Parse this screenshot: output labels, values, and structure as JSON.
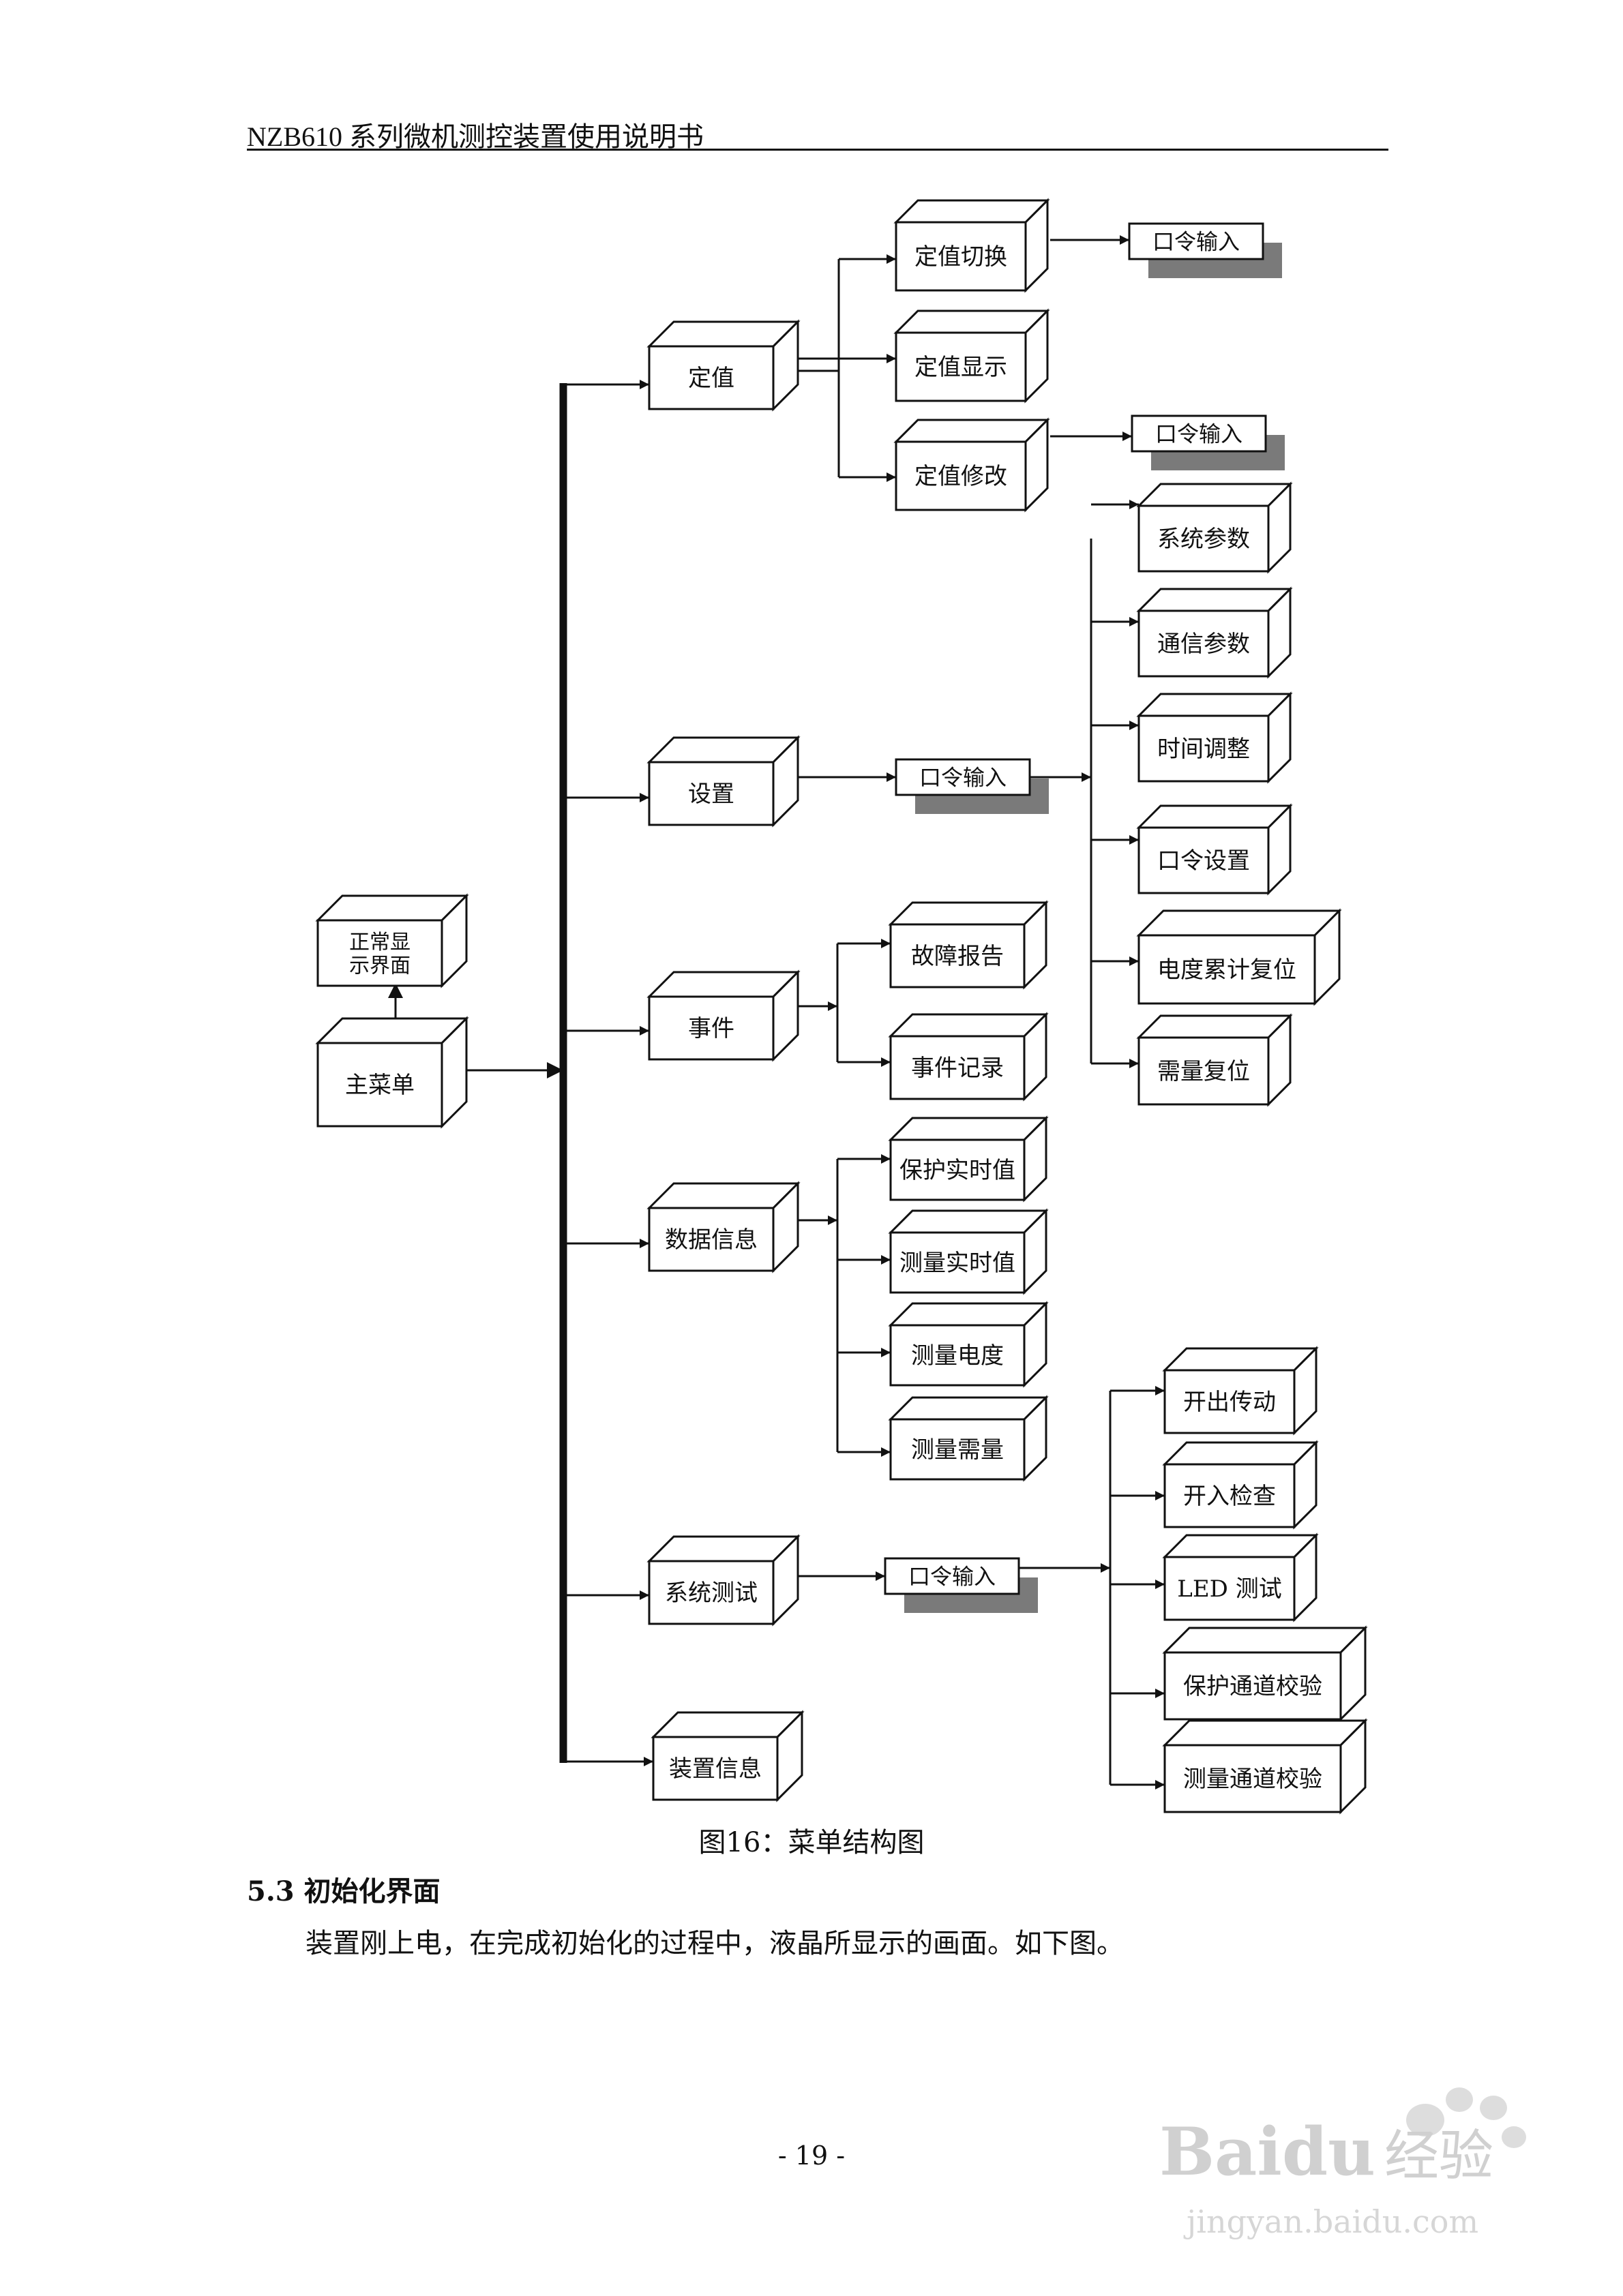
{
  "header": {
    "title": "NZB610 系列微机测控装置使用说明书"
  },
  "diagram": {
    "nodes": {
      "normal": "正常显示界面",
      "main": "主菜单",
      "dingzhi": "定值",
      "dz_switch": "定值切换",
      "dz_show": "定值显示",
      "dz_modify": "定值修改",
      "pw1": "口令输入",
      "pw2": "口令输入",
      "shezhi": "设置",
      "pw3": "口令输入",
      "sys_param": "系统参数",
      "comm_param": "通信参数",
      "time_adj": "时间调整",
      "pw_set": "口令设置",
      "energy_reset": "电度累计复位",
      "demand_reset": "需量复位",
      "shijian": "事件",
      "fault_report": "故障报告",
      "event_record": "事件记录",
      "data_info": "数据信息",
      "prot_rt": "保护实时值",
      "meas_rt": "测量实时值",
      "meas_energy": "测量电度",
      "meas_demand": "测量需量",
      "sys_test": "系统测试",
      "pw4": "口令输入",
      "do_test": "开出传动",
      "di_check": "开入检查",
      "led_test": "LED  测试",
      "prot_cal": "保护通道校验",
      "meas_cal": "测量通道校验",
      "dev_info": "装置信息"
    }
  },
  "caption": "图16：菜单结构图",
  "section": {
    "number": "5.3",
    "title": "初始化界面"
  },
  "paragraph": "装置刚上电，在完成初始化的过程中，液晶所显示的画面。如下图。",
  "page_number": "- 19 -",
  "watermark": {
    "brand": "Bai du 经验",
    "url": "jingyan.baidu.com"
  }
}
